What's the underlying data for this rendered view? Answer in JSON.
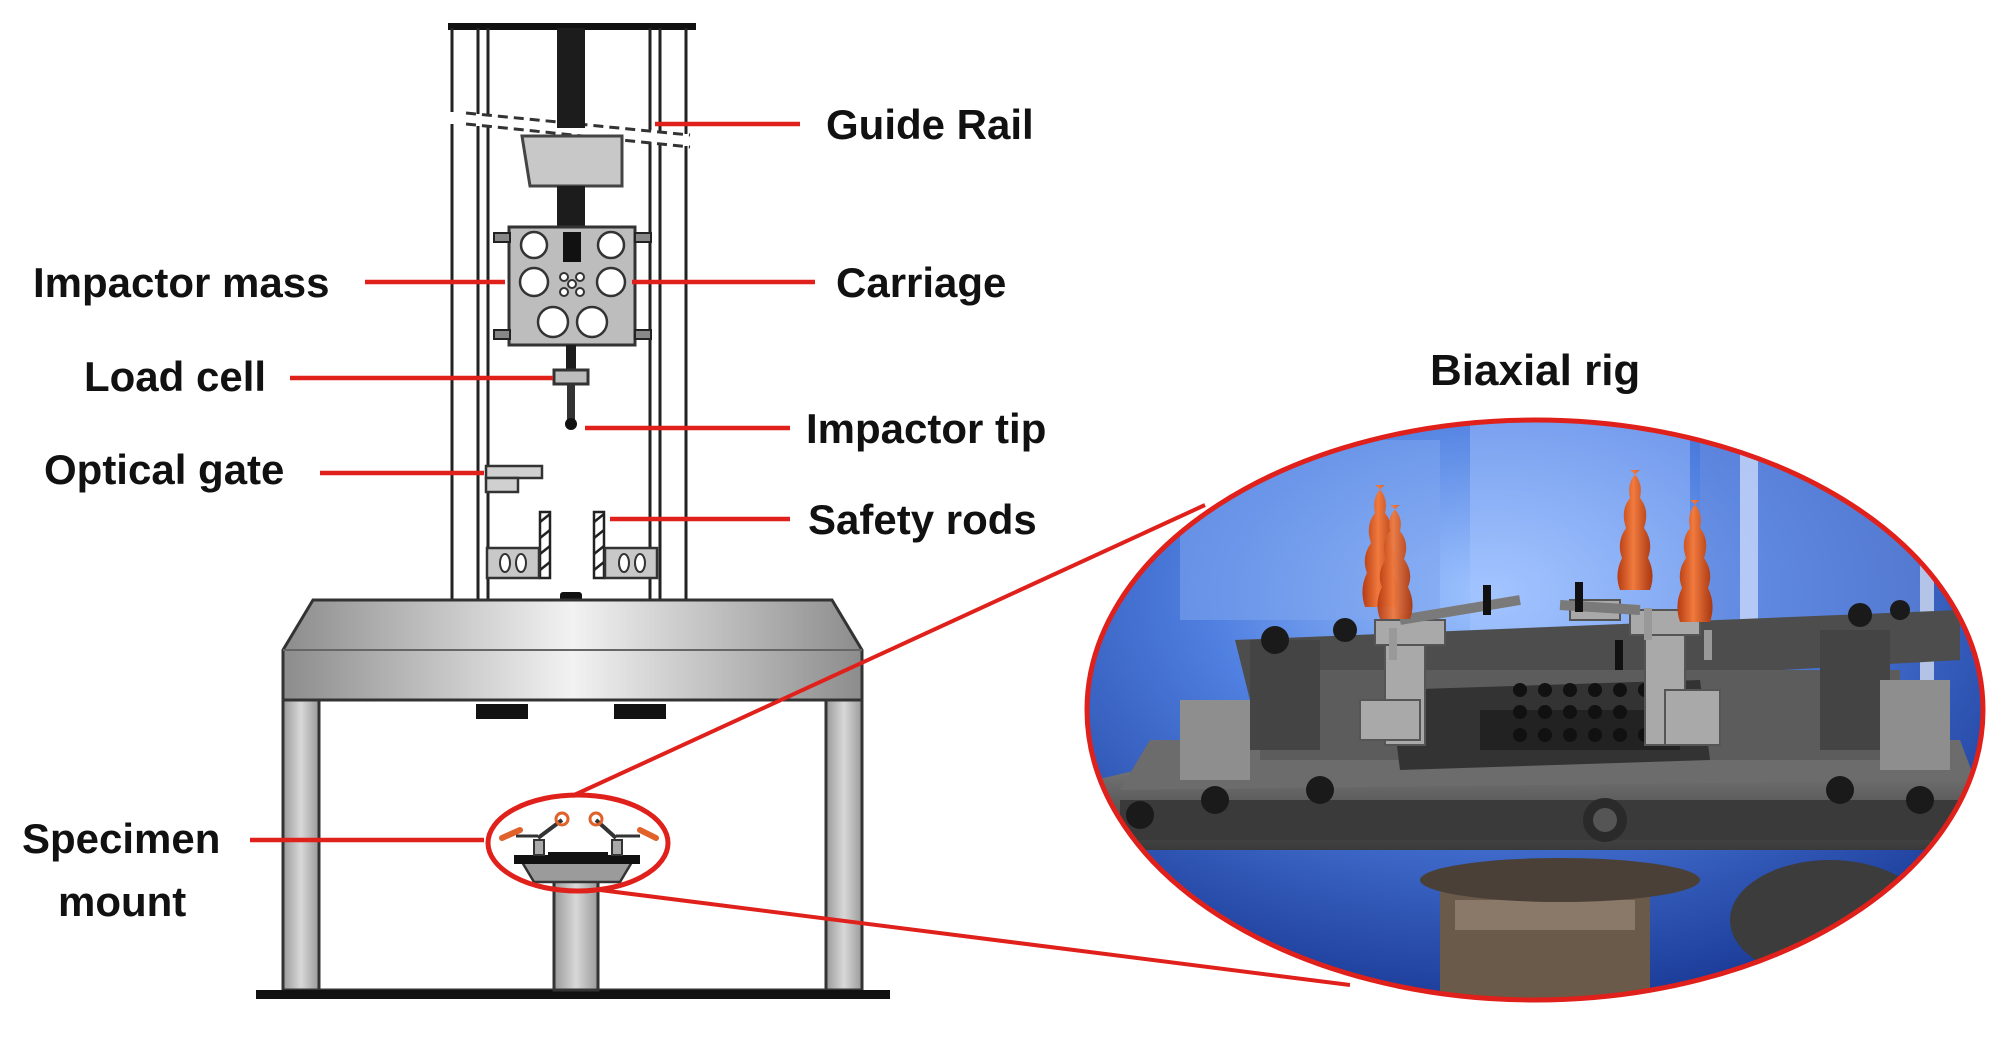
{
  "labels": {
    "guide_rail": "Guide Rail",
    "impactor_mass": "Impactor mass",
    "carriage": "Carriage",
    "load_cell": "Load cell",
    "impactor_tip": "Impactor tip",
    "optical_gate": "Optical gate",
    "safety_rods": "Safety rods",
    "specimen_mount_line1": "Specimen",
    "specimen_mount_line2": "mount",
    "biaxial_rig": "Biaxial rig"
  },
  "colors": {
    "leader_line": "#e0201b",
    "frame_dark": "#111111",
    "steel_gray": "#c8c8c8",
    "handle_orange": "#e0612a",
    "photo_blue": "#3a6fd8"
  }
}
